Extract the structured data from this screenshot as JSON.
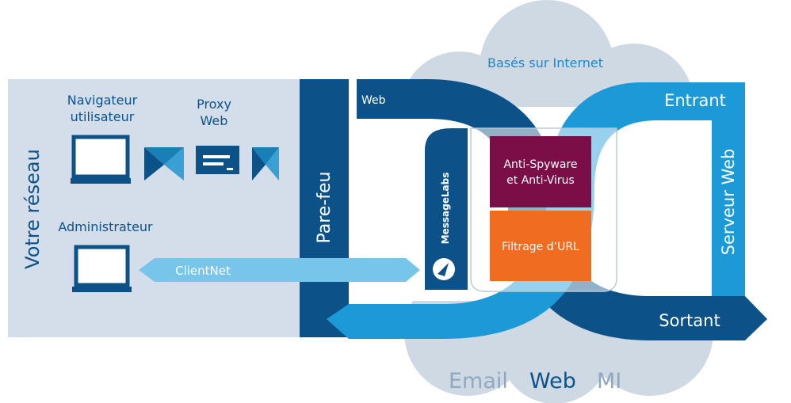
{
  "cloud_label": "Basés sur Internet",
  "network": {
    "title": "Votre réseau",
    "browser_label_line1": "Navigateur",
    "browser_label_line2": "utilisateur",
    "proxy_label_line1": "Proxy",
    "proxy_label_line2": "Web",
    "admin_label": "Administrateur",
    "clientnet_label": "ClientNet"
  },
  "firewall_label": "Pare-feu",
  "web_flow_label": "Web",
  "inbound_label": "Entrant",
  "outbound_label": "Sortant",
  "web_server_label": "Serveur Web",
  "brand_label": "MessageLabs",
  "services": {
    "antivirus_line1": "Anti-Spyware",
    "antivirus_line2": "et Anti-Virus",
    "url_filter": "Filtrage d’URL"
  },
  "footer": {
    "email": "Email",
    "web": "Web",
    "im": "MI"
  },
  "colors": {
    "cloud": "#cfd9e3",
    "network_bg": "#d3deea",
    "dark_blue": "#0c5288",
    "light_blue": "#1c9ad7",
    "arrow_light": "#78c5ea",
    "magenta": "#7a0f47",
    "orange": "#ef6c21"
  }
}
